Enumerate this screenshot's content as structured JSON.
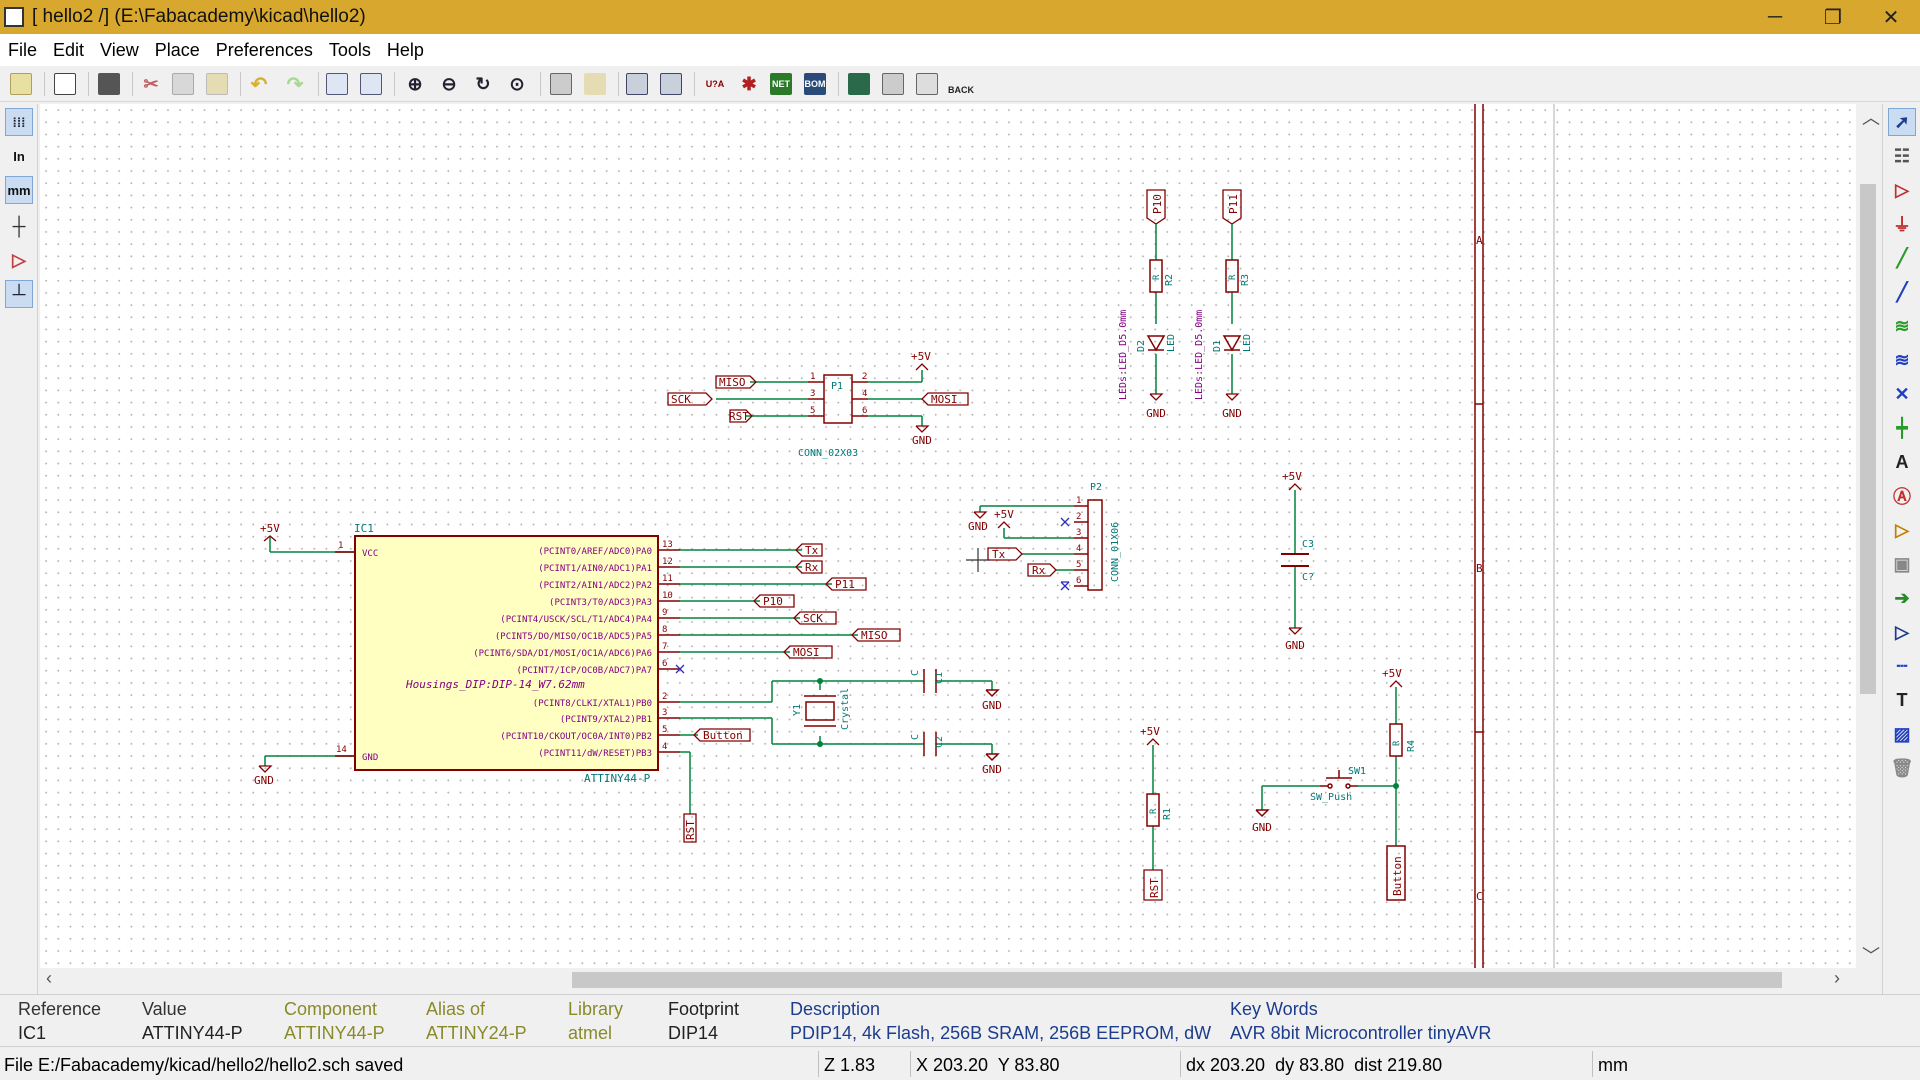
{
  "window": {
    "title": "[ hello2 /] (E:\\Fabacademy\\kicad\\hello2)",
    "minimize": "─",
    "maximize": "❐",
    "close": "✕"
  },
  "menu": [
    "File",
    "Edit",
    "View",
    "Place",
    "Preferences",
    "Tools",
    "Help"
  ],
  "toolbar_icons": [
    "new-sheet-icon",
    "page-settings-icon",
    "print-icon",
    "cut-icon",
    "copy-icon",
    "paste-icon",
    "undo-icon",
    "redo-icon",
    "find-icon",
    "find-replace-icon",
    "zoom-in-icon",
    "zoom-out-icon",
    "redraw-icon",
    "zoom-fit-icon",
    "hierarchy-navigator-icon",
    "leave-sheet-icon",
    "library-editor-icon",
    "library-browser-icon",
    "annotate-icon",
    "erc-icon",
    "netlist-icon",
    "bom-icon",
    "assign-footprints-icon",
    "bus-definitions-icon",
    "pcbnew-icon",
    "back-icon"
  ],
  "toolbar_text": {
    "annotate": "U?A",
    "netlist": "NET",
    "bom": "BOM",
    "back": "BACK"
  },
  "left_toolbar": {
    "units_in": "In",
    "units_mm": "mm"
  },
  "canvas": {
    "frame_rows": [
      "A",
      "B",
      "C"
    ],
    "ic1": {
      "ref": "IC1",
      "value": "ATTINY44-P",
      "footprint": "Housings_DIP:DIP-14_W7.62mm",
      "vcc": "VCC",
      "gnd": "GND",
      "pin_vcc": "1",
      "pin_gnd": "14",
      "pins": [
        {
          "num": "13",
          "name": "(PCINT0/AREF/ADC0)PA0",
          "net": "Tx"
        },
        {
          "num": "12",
          "name": "(PCINT1/AIN0/ADC1)PA1",
          "net": "Rx"
        },
        {
          "num": "11",
          "name": "(PCINT2/AIN1/ADC2)PA2",
          "net": "P11"
        },
        {
          "num": "10",
          "name": "(PCINT3/T0/ADC3)PA3",
          "net": "P10"
        },
        {
          "num": "9",
          "name": "(PCINT4/USCK/SCL/T1/ADC4)PA4",
          "net": "SCK"
        },
        {
          "num": "8",
          "name": "(PCINT5/DO/MISO/OC1B/ADC5)PA5",
          "net": "MISO"
        },
        {
          "num": "7",
          "name": "(PCINT6/SDA/DI/MOSI/OC1A/ADC6)PA6",
          "net": "MOSI"
        },
        {
          "num": "6",
          "name": "(PCINT7/ICP/OC0B/ADC7)PA7",
          "net": ""
        },
        {
          "num": "2",
          "name": "(PCINT8/CLKI/XTAL1)PB0",
          "net": ""
        },
        {
          "num": "3",
          "name": "(PCINT9/XTAL2)PB1",
          "net": ""
        },
        {
          "num": "5",
          "name": "(PCINT10/CKOUT/OC0A/INT0)PB2",
          "net": "Button"
        },
        {
          "num": "4",
          "name": "(PCINT11/dW/RESET)PB3",
          "net": ""
        }
      ]
    },
    "power": {
      "vcc": "+5V",
      "gnd": "GND"
    },
    "p1": {
      "ref": "P1",
      "value": "CONN_02X03",
      "left_nums": [
        "1",
        "3",
        "5"
      ],
      "right_nums": [
        "2",
        "4",
        "6"
      ],
      "left_nets": [
        "MISO",
        "SCK",
        "RST"
      ],
      "right_net": "MOSI"
    },
    "p2": {
      "ref": "P2",
      "value": "CONN_01X06",
      "nums": [
        "1",
        "2",
        "3",
        "4",
        "5",
        "6"
      ],
      "nets": [
        "Tx",
        "Rx"
      ]
    },
    "p10": "P10",
    "p11": "P11",
    "r2": {
      "ref": "R2",
      "value": "R"
    },
    "r3": {
      "ref": "R3",
      "value": "R"
    },
    "d2": {
      "ref": "D2",
      "value": "LED",
      "footprint": "LEDs:LED_D5.0mm"
    },
    "d1": {
      "ref": "D1",
      "value": "LED",
      "footprint": "LEDs:LED_D5.0mm"
    },
    "c3": {
      "ref": "C3",
      "value": "C?"
    },
    "c1": {
      "ref": "C1",
      "value": "C"
    },
    "c2": {
      "ref": "C2",
      "value": "C"
    },
    "y1": {
      "ref": "Y1",
      "value": "Crystal"
    },
    "r1": {
      "ref": "R1",
      "value": "R"
    },
    "r4": {
      "ref": "R4",
      "value": "R"
    },
    "sw1": {
      "ref": "SW1",
      "value": "SW_Push"
    },
    "rst": "RST",
    "button": "Button"
  },
  "info": {
    "reference": {
      "label": "Reference",
      "value": "IC1"
    },
    "value": {
      "label": "Value",
      "value": "ATTINY44-P"
    },
    "component": {
      "label": "Component",
      "value": "ATTINY44-P"
    },
    "alias": {
      "label": "Alias of",
      "value": "ATTINY24-P"
    },
    "library": {
      "label": "Library",
      "value": "atmel"
    },
    "footprint": {
      "label": "Footprint",
      "value": "DIP14"
    },
    "description": {
      "label": "Description",
      "value": "PDIP14, 4k Flash, 256B SRAM, 256B EEPROM, dW"
    },
    "keywords": {
      "label": "Key Words",
      "value": "AVR 8bit Microcontroller tinyAVR"
    }
  },
  "status": {
    "message": "File E:/Fabacademy/kicad/hello2/hello2.sch saved",
    "zoom": "Z 1.83",
    "cursor": "X 203.20  Y 83.80",
    "delta": "dx 203.20  dy 83.80  dist 219.80",
    "units": "mm"
  },
  "colors": {
    "wire": "#00843d",
    "component": "#840000",
    "ic_fill": "#ffffc2",
    "pin_text": "#840084",
    "label": "#840000",
    "accent": "#d8a82e"
  }
}
